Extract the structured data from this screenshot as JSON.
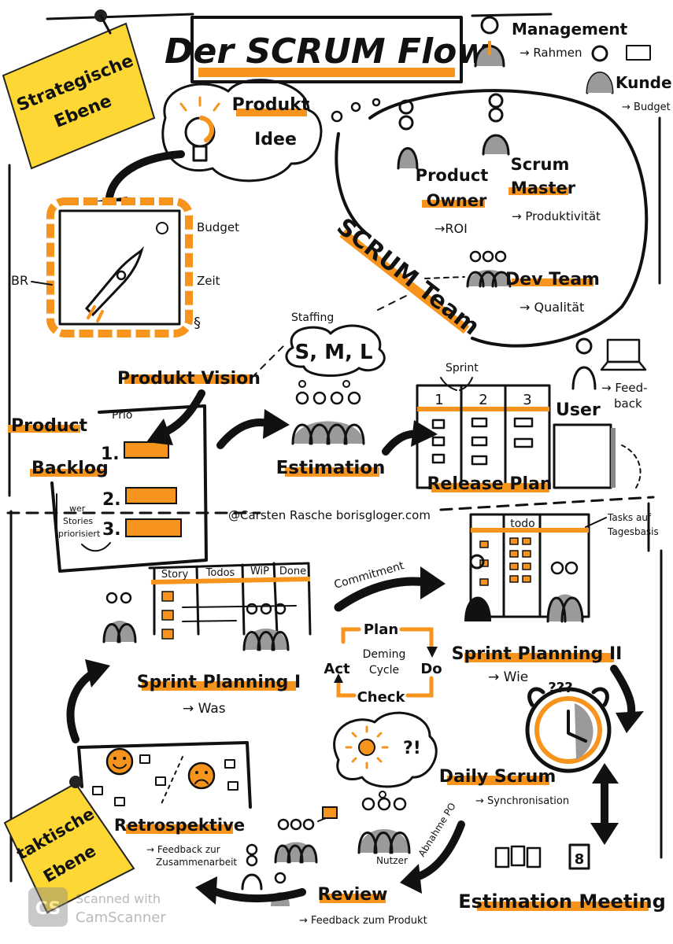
{
  "title": "Der SCRUM Flow",
  "sticky_strategic": [
    "Strategische",
    "Ebene"
  ],
  "sticky_tactical": [
    "taktische",
    "Ebene"
  ],
  "management": {
    "label": "Management",
    "sub": "→ Rahmen"
  },
  "kunde": {
    "label": "Kunde",
    "sub": "→ Budget"
  },
  "produkt_idee": [
    "Produkt",
    "Idee"
  ],
  "vision_box": {
    "left": "BR",
    "budget": "Budget",
    "zeit": "Zeit",
    "money": "§"
  },
  "produkt_vision": "Produkt Vision",
  "scrum_team": {
    "label": "SCRUM Team",
    "product_owner": [
      "Product",
      "Owner"
    ],
    "po_sub": "→ROI",
    "scrum_master": [
      "Scrum",
      "Master"
    ],
    "sm_sub": "→ Produktivität",
    "dev_team": "Dev Team",
    "dev_sub": "→ Qualität"
  },
  "staffing": {
    "label": "Staffing",
    "sizes": "S, M, L"
  },
  "estimation": "Estimation",
  "release_plan": {
    "label": "Release Plan",
    "sprint": "Sprint",
    "cols": [
      "1",
      "2",
      "3"
    ]
  },
  "user": {
    "label": "User",
    "feedback": [
      "→ Feed-",
      "back"
    ]
  },
  "product_backlog": {
    "label": [
      "Product",
      "Backlog"
    ],
    "prio": "Prio",
    "items": [
      "1.",
      "2.",
      "3."
    ],
    "note": [
      "wer",
      "Stories",
      "priorisiert"
    ]
  },
  "credits": "@Carsten Rasche   borisgloger.com",
  "taskboard": {
    "todo": "todo",
    "note": [
      "Tasks auf",
      "Tagesbasis"
    ]
  },
  "sprint_board": {
    "cols": [
      "Story",
      "Todos",
      "WiP",
      "Done"
    ]
  },
  "commitment": "Commitment",
  "deming": {
    "plan": "Plan",
    "do": "Do",
    "check": "Check",
    "act": "Act",
    "center": [
      "Deming",
      "Cycle"
    ]
  },
  "sprint_planning_1": {
    "label": "Sprint Planning I",
    "sub": "→ Was"
  },
  "sprint_planning_2": {
    "label": "Sprint Planning II",
    "sub": "→ Wie"
  },
  "alarm": "???",
  "daily_scrum": {
    "label": "Daily Scrum",
    "sub": "→ Synchronisation"
  },
  "retrospektive": {
    "label": "Retrospektive",
    "sub": [
      "→ Feedback zur",
      "Zusammenarbeit"
    ]
  },
  "review": {
    "label": "Review",
    "sub": "→ Feedback zum Produkt",
    "abnahme": "Abnahme PO",
    "nutzer": "Nutzer"
  },
  "thought": "☼  ?!",
  "estimation_meeting": {
    "label": "Estimation Meeting",
    "card": "8"
  },
  "scanner": [
    "Scanned with",
    "CamScanner"
  ]
}
